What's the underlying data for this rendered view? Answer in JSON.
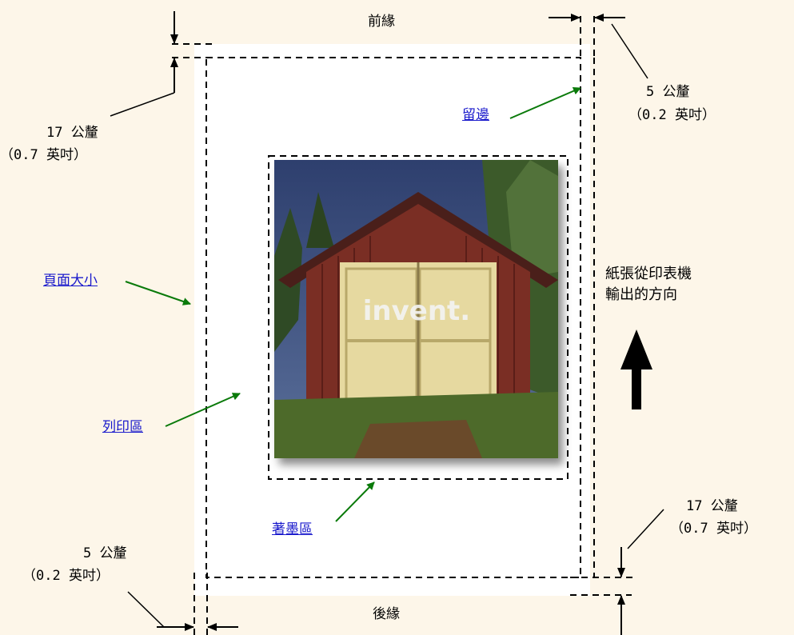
{
  "labels": {
    "leading_edge": "前緣",
    "trailing_edge": "後緣",
    "margin_link": "留邊",
    "page_size_link": "頁面大小",
    "printable_area_link": "列印區",
    "ink_area_link": "著墨區",
    "top_margin_mm": "17 公釐",
    "top_margin_in": "（0.7 英吋）",
    "right_margin_mm": "5 公釐",
    "right_margin_in": "（0.2 英吋）",
    "left_margin_mm": "5 公釐",
    "left_margin_in": "（0.2 英吋）",
    "bottom_margin_mm": "17 公釐",
    "bottom_margin_in": "（0.7 英吋）",
    "paper_direction_line1": "紙張從印表機",
    "paper_direction_line2": "輸出的方向"
  },
  "photo": {
    "caption": "invent."
  },
  "colors": {
    "background": "#fdf6e9",
    "page": "#ffffff",
    "pointer_arrow": "#0a7a0a",
    "link": "#1a1acc"
  },
  "icons": {
    "paper_direction": "arrow-up-icon",
    "pointer": "green-arrow-icon"
  }
}
